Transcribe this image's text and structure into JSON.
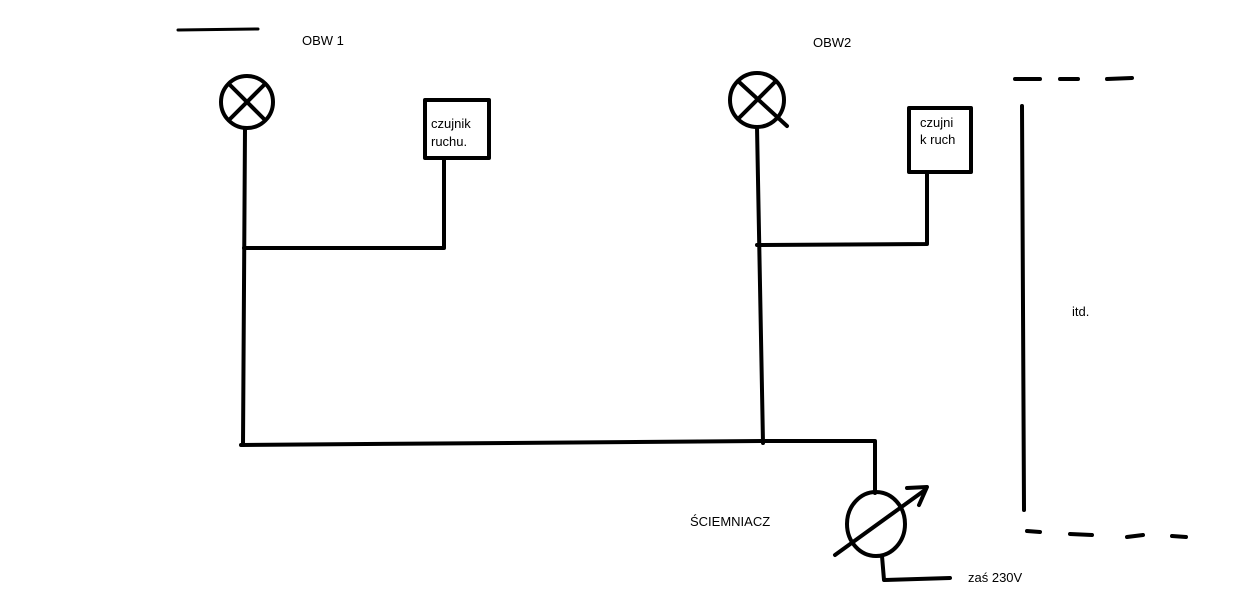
{
  "circuit1": {
    "label": "OBW 1",
    "sensor_line1": "czujnik",
    "sensor_line2": "ruchu."
  },
  "circuit2": {
    "label": "OBW2",
    "sensor_line1": "czujni",
    "sensor_line2": "k ruch"
  },
  "continuation": {
    "label": "itd."
  },
  "dimmer": {
    "label": "ŚCIEMNIACZ",
    "supply_label": "zaś 230V"
  },
  "colors": {
    "ink": "#000000",
    "background": "#ffffff"
  }
}
